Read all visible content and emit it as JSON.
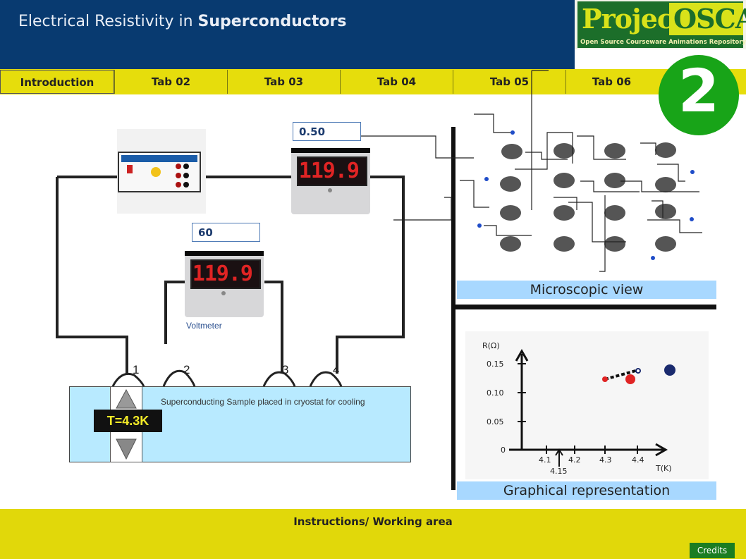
{
  "header": {
    "title_plain": "Electrical Resistivity in ",
    "title_bold": "Superconductors"
  },
  "logo": {
    "word1": "Project",
    "word2": "OSCAR",
    "subtitle": "Open Source Courseware Animations Repository"
  },
  "tabs": [
    {
      "label": "Introduction"
    },
    {
      "label": "Tab 02"
    },
    {
      "label": "Tab 03"
    },
    {
      "label": "Tab 04"
    },
    {
      "label": "Tab 05"
    },
    {
      "label": "Tab 06"
    }
  ],
  "step_badge": "2",
  "ammeter": {
    "reading": "0.50",
    "display": "119.9"
  },
  "voltmeter": {
    "reading": "60",
    "display": "119.9",
    "label": "Voltmeter"
  },
  "terminals": [
    "1",
    "2",
    "3",
    "4"
  ],
  "cryostat": {
    "text": "Superconducting Sample placed in cryostat for cooling",
    "temperature": "T=4.3K"
  },
  "microscopic": {
    "label": "Microscopic view"
  },
  "graph": {
    "label": "Graphical representation",
    "ylabel": "R(Ω)",
    "xlabel": "T(K)",
    "yticks": [
      "0.15",
      "0.10",
      "0.05",
      "0"
    ],
    "xticks": [
      "4.1",
      "4.2",
      "4.3",
      "4.4"
    ],
    "marker_label": "4.15"
  },
  "colors": {
    "header_bg": "#083a70",
    "tab_bg": "#e6dd0c",
    "badge": "#18a418",
    "panel_label_bg": "#a8d8ff",
    "cryostat_bg": "#b8eaff",
    "footer_bg": "#e1d80a"
  },
  "footer": {
    "instructions": "Instructions/ Working area",
    "credits": "Credits"
  }
}
